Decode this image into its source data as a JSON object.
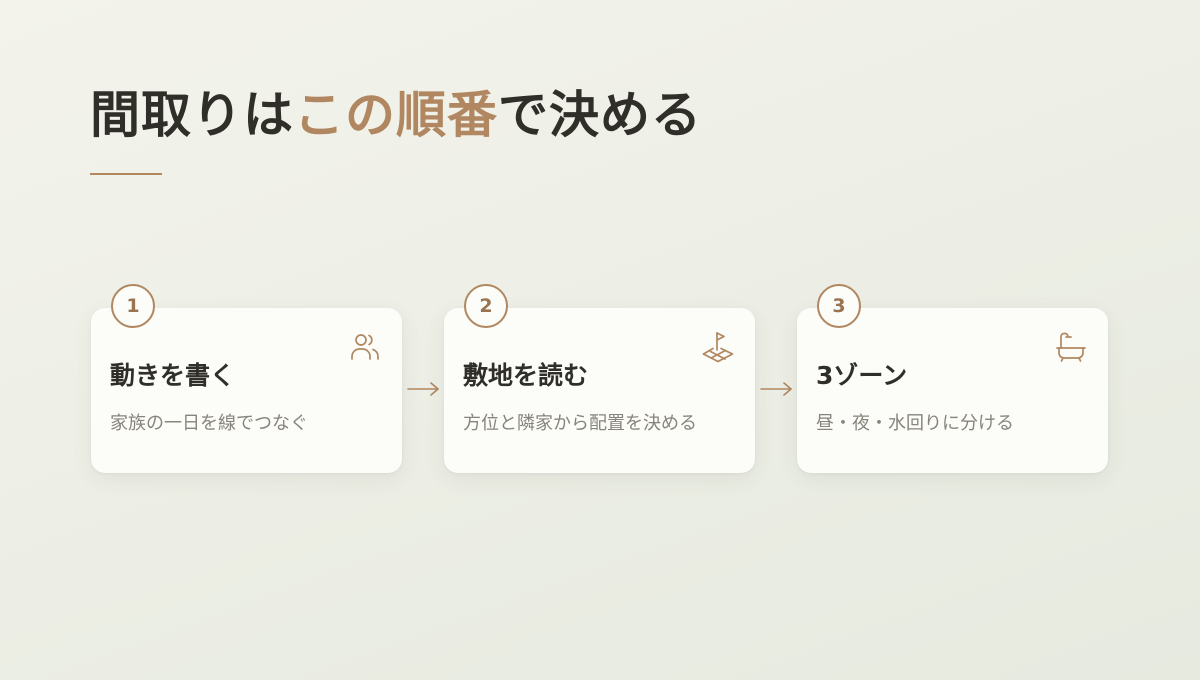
{
  "title": {
    "prefix": "間取りは",
    "accent": "この順番",
    "suffix": "で決める"
  },
  "colors": {
    "accent": "#b08760",
    "text": "#2f2e29",
    "muted": "#86847b",
    "card": "#fcfcf8",
    "background": "#eceee5"
  },
  "steps": [
    {
      "number": "1",
      "icon": "people-icon",
      "title": "動きを書く",
      "description": "家族の一日を線でつなぐ"
    },
    {
      "number": "2",
      "icon": "site-flag-icon",
      "title": "敷地を読む",
      "description": "方位と隣家から配置を決める"
    },
    {
      "number": "3",
      "icon": "bathtub-icon",
      "title": "3ゾーン",
      "description": "昼・夜・水回りに分ける"
    }
  ],
  "arrow_icon": "arrow-right-icon"
}
